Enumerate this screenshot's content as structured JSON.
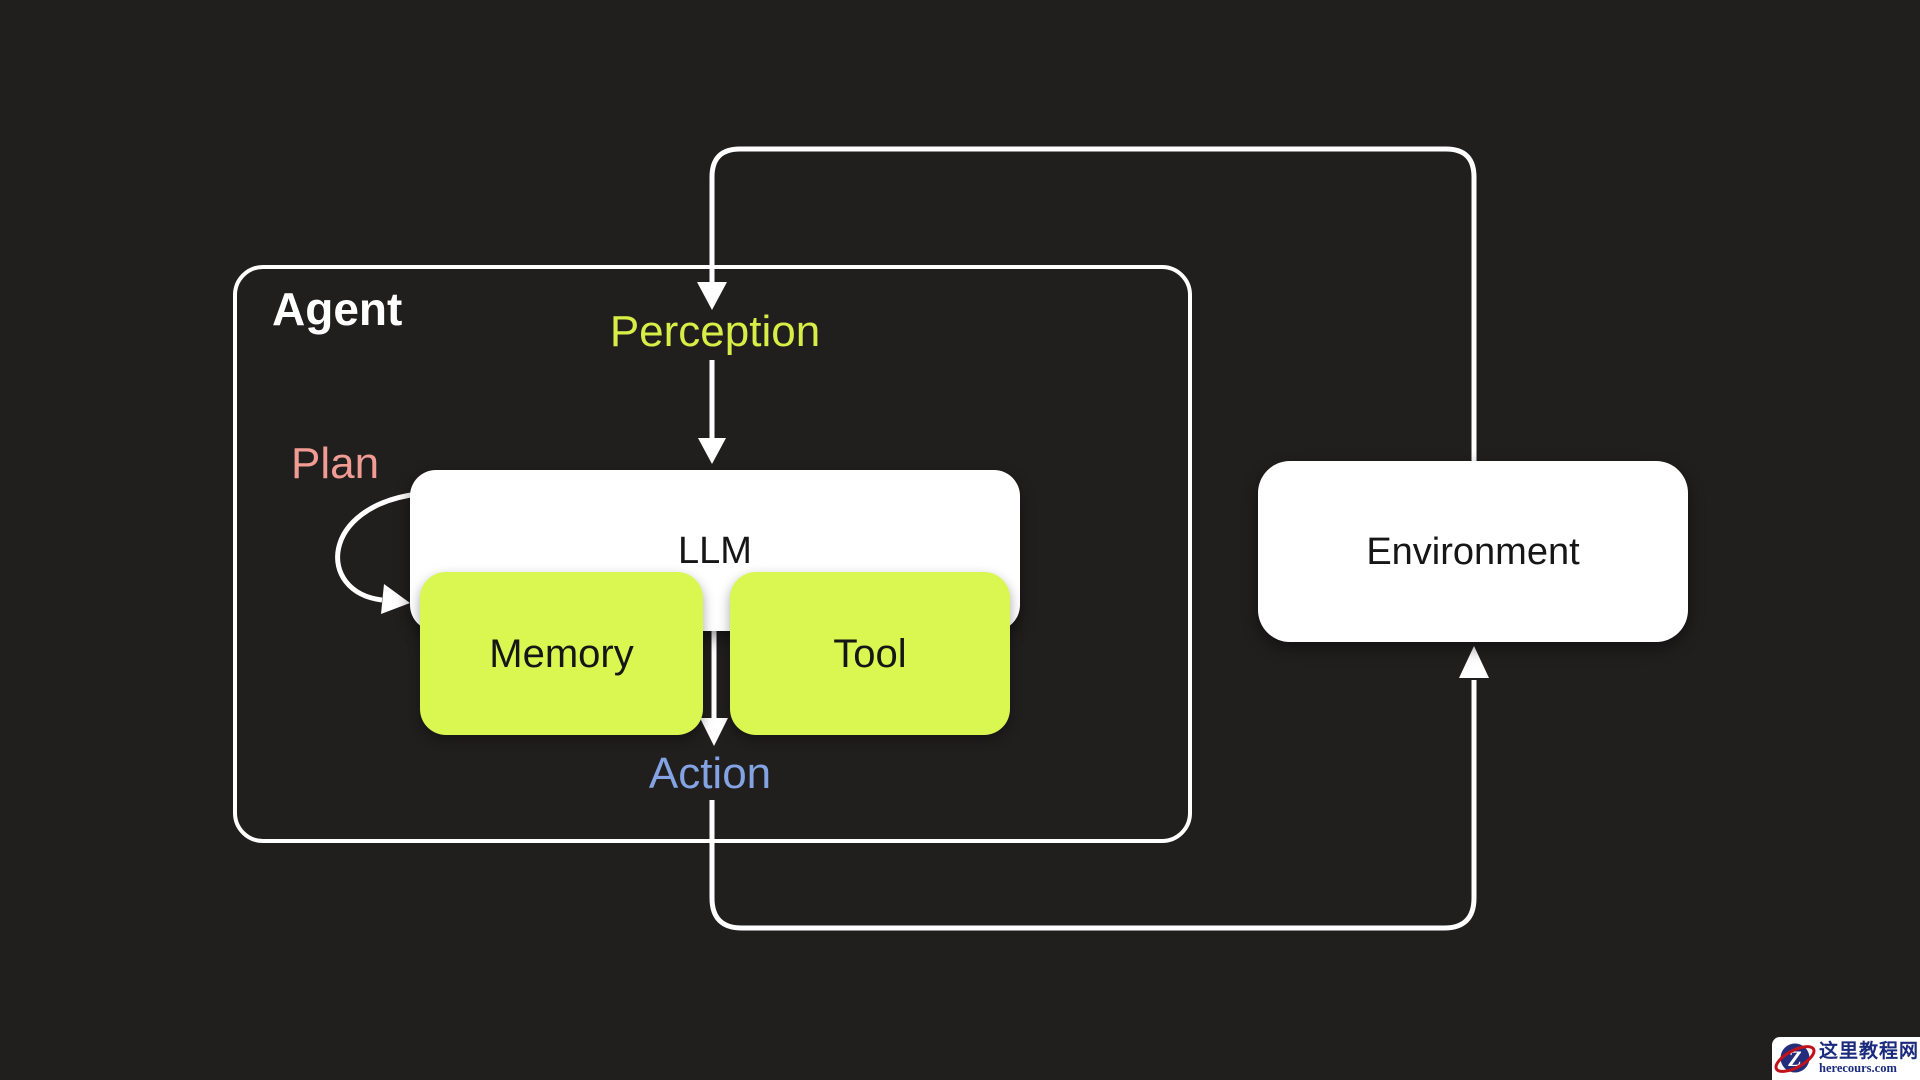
{
  "diagram": {
    "title_context": "Agent architecture loop diagram",
    "agent": {
      "label": "Agent"
    },
    "nodes": {
      "llm": {
        "label": "LLM"
      },
      "memory": {
        "label": "Memory"
      },
      "tool": {
        "label": "Tool"
      },
      "environment": {
        "label": "Environment"
      }
    },
    "edges": {
      "perception": {
        "label": "Perception",
        "from": "Environment",
        "to": "LLM"
      },
      "plan": {
        "label": "Plan",
        "from": "LLM",
        "to": "LLM"
      },
      "action": {
        "label": "Action",
        "from": "LLM",
        "to": "Environment"
      }
    }
  },
  "watermark": {
    "site_name": "这里教程网",
    "site_url": "herecours.com",
    "logo_letter": "Z"
  },
  "colors": {
    "background": "#211e1e",
    "line": "#ffffff",
    "chartreuse": "#d9f750",
    "perception": "#d7ee46",
    "plan": "#f09b93",
    "action": "#83a3e3",
    "dark_text": "#171616",
    "watermark_blue": "#1a2b7d",
    "watermark_red": "#c1121c"
  }
}
